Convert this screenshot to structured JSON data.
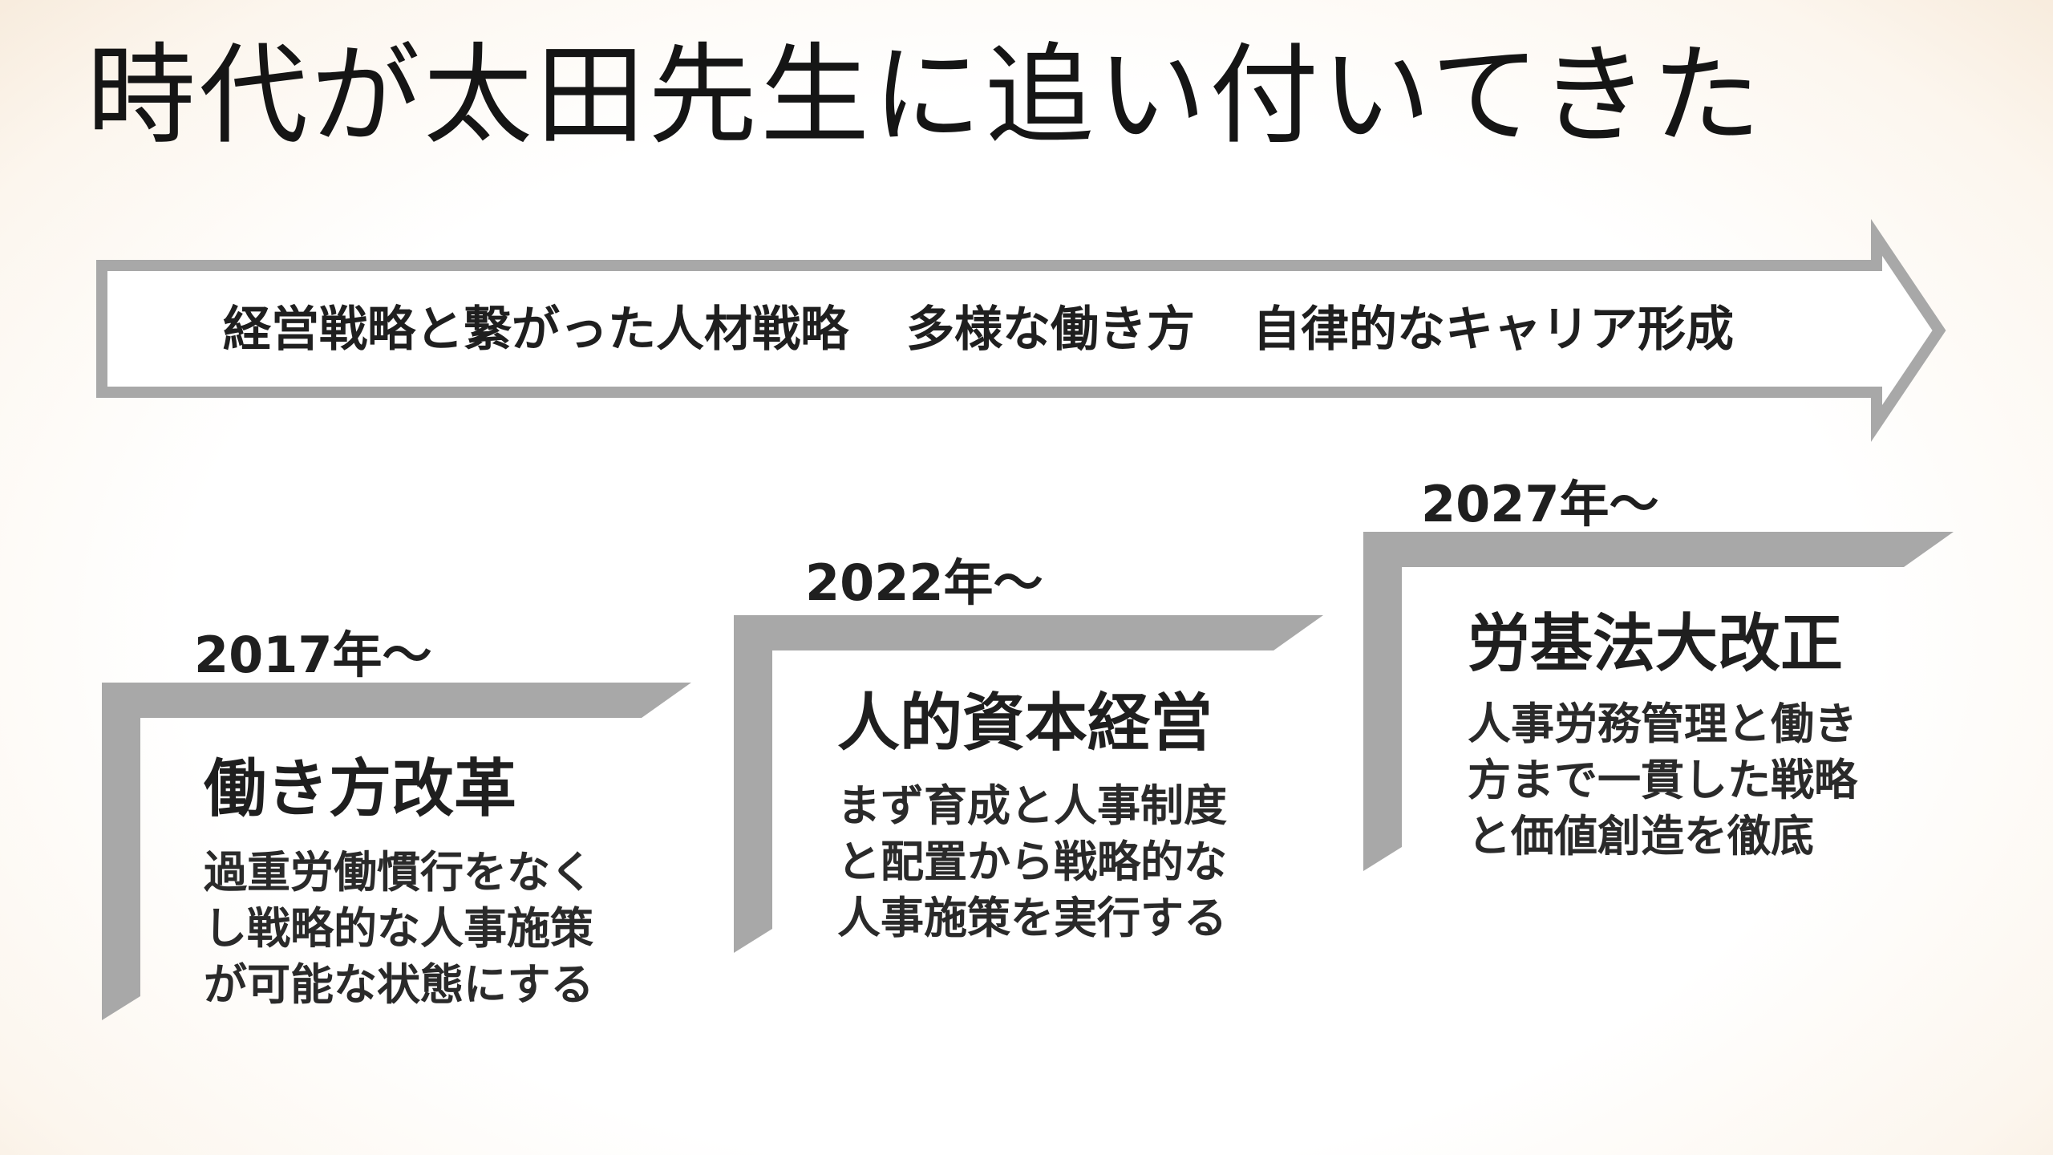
{
  "slide": {
    "title": "時代が太田先生に追い付いてきた"
  },
  "arrow": {
    "items": [
      "経営戦略と繋がった人材戦略",
      "多様な働き方",
      "自律的なキャリア形成"
    ],
    "fill_color": "#ffffff",
    "border_color": "#a8a8a8"
  },
  "stages": [
    {
      "year": "2017年～",
      "heading": "働き方改革",
      "description_lines": [
        "過重労働慣行をなく",
        "し戦略的な人事施策",
        "が可能な状態にする"
      ]
    },
    {
      "year": "2022年～",
      "heading": "人的資本経営",
      "description_lines": [
        "まず育成と人事制度",
        "と配置から戦略的な",
        "人事施策を実行する"
      ]
    },
    {
      "year": "2027年～",
      "heading": "労基法大改正",
      "description_lines": [
        "人事労務管理と働き",
        "方まで一貫した戦略",
        "と価値創造を徹底"
      ]
    }
  ],
  "colors": {
    "text": "#1f1f1f",
    "bracket": "#a8a8a8"
  }
}
